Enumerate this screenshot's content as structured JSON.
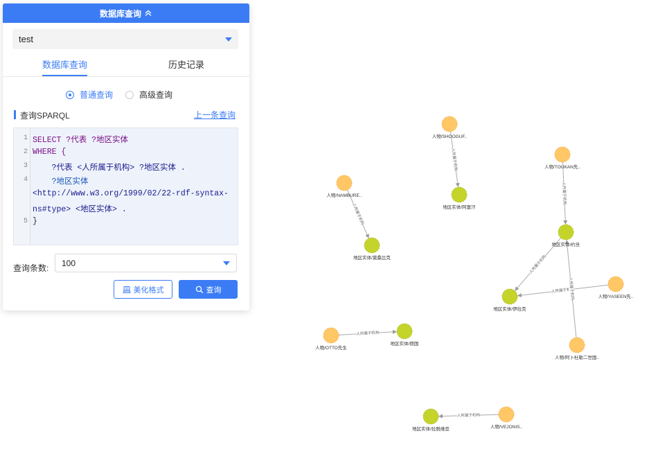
{
  "panel": {
    "header_title": "数据库查询",
    "database_select": {
      "value": "test"
    },
    "tabs": [
      {
        "label": "数据库查询",
        "active": true
      },
      {
        "label": "历史记录",
        "active": false
      }
    ],
    "radios": [
      {
        "label": "普通查询",
        "checked": true
      },
      {
        "label": "高级查询",
        "checked": false
      }
    ],
    "section_title": "查询SPARQL",
    "prev_query_link": "上一条查询",
    "editor": {
      "line_numbers": [
        "1",
        "2",
        "3",
        "4",
        "5"
      ],
      "lines": [
        "SELECT ?代表 ?地区实体",
        "WHERE {",
        "    ?代表 <人所属于机构> ?地区实体 .",
        "    ?地区实体",
        "<http://www.w3.org/1999/02/22-rdf-syntax-",
        "ns#type> <地区实体> .",
        "}"
      ]
    },
    "count_label": "查询条数:",
    "count_select": {
      "value": "100"
    },
    "beautify_button": "美化格式",
    "query_button": "查询"
  },
  "colors": {
    "accent": "#3b7cf5",
    "person_node": "#ffc766",
    "region_node": "#c5d42a"
  },
  "graph": {
    "edge_label": "人所属于机构",
    "nodes": [
      {
        "id": "n1",
        "type": "person",
        "label": "人物/SHOOGUF.."
      },
      {
        "id": "n2",
        "type": "region",
        "label": "地区实体/阿富汗"
      },
      {
        "id": "n3",
        "type": "person",
        "label": "人物/NAMBURE.."
      },
      {
        "id": "n4",
        "type": "region",
        "label": "地区实体/莫桑比克"
      },
      {
        "id": "n5",
        "type": "person",
        "label": "人物/TOUKAN先.."
      },
      {
        "id": "n6",
        "type": "region",
        "label": "地区实体/约旦"
      },
      {
        "id": "n7",
        "type": "region",
        "label": "地区实体/伊拉克"
      },
      {
        "id": "n8",
        "type": "person",
        "label": "人物/YASEEN先.."
      },
      {
        "id": "n9",
        "type": "person",
        "label": "人物/阿卜杜勒二世国.."
      },
      {
        "id": "n10",
        "type": "person",
        "label": "人物/OTTO先生"
      },
      {
        "id": "n11",
        "type": "region",
        "label": "地区实体/德国"
      },
      {
        "id": "n12",
        "type": "region",
        "label": "地区实体/拉脱维亚"
      },
      {
        "id": "n13",
        "type": "person",
        "label": "人物/VEJONIS.."
      }
    ]
  }
}
